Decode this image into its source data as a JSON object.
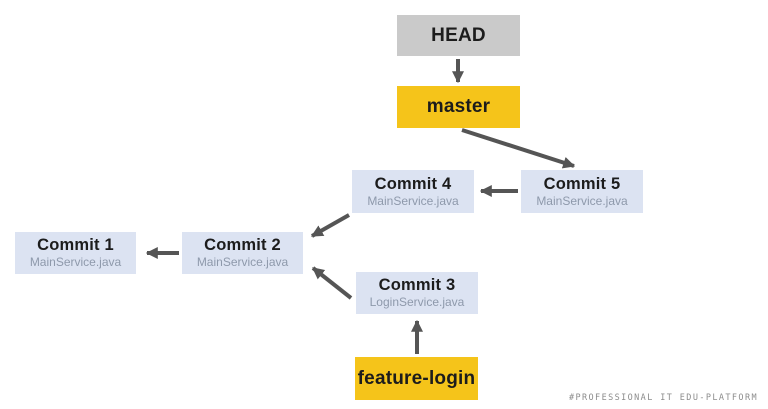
{
  "diagram": {
    "nodes": {
      "head": {
        "label": "HEAD",
        "type": "pointer"
      },
      "master": {
        "label": "master",
        "type": "branch"
      },
      "commit5": {
        "label": "Commit 5",
        "file": "MainService.java"
      },
      "commit4": {
        "label": "Commit 4",
        "file": "MainService.java"
      },
      "commit2": {
        "label": "Commit 2",
        "file": "MainService.java"
      },
      "commit1": {
        "label": "Commit 1",
        "file": "MainService.java"
      },
      "commit3": {
        "label": "Commit 3",
        "file": "LoginService.java"
      },
      "feature_login": {
        "label": "feature-login",
        "type": "branch"
      }
    },
    "edges": [
      {
        "from": "HEAD",
        "to": "master"
      },
      {
        "from": "master",
        "to": "Commit 5"
      },
      {
        "from": "Commit 5",
        "to": "Commit 4"
      },
      {
        "from": "Commit 4",
        "to": "Commit 2"
      },
      {
        "from": "Commit 2",
        "to": "Commit 1"
      },
      {
        "from": "Commit 3",
        "to": "Commit 2"
      },
      {
        "from": "feature-login",
        "to": "Commit 3"
      }
    ],
    "colors": {
      "pointer_box": "#cacaca",
      "branch_box": "#f5c41a",
      "commit_box": "#dce3f2",
      "arrow": "#555555",
      "label_text": "#1c1c1c",
      "file_text": "#8e99ab",
      "watermark_text": "#8c8c8c"
    },
    "watermark": "#PROFESSIONAL IT EDU-PLATFORM"
  }
}
